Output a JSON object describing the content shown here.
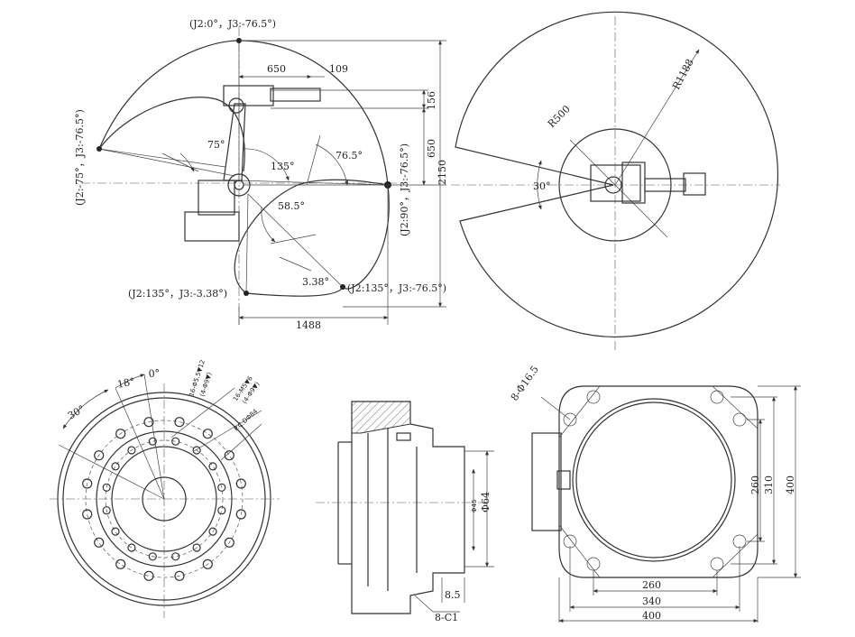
{
  "workspace_side": {
    "pose_top": "(J2:0°，J3:-76.5°)",
    "pose_left": "(J2:-75°，J3:-76.5°)",
    "pose_right": "(J2:90°，J3:-76.5°)",
    "pose_bottom_left": "(J2:135°，J3:-3.38°)",
    "pose_bottom_right": "(J2:135°，J3:-76.5°)",
    "dim_650_h": "650",
    "dim_109": "109",
    "dim_156": "156",
    "dim_650_v": "650",
    "dim_2150": "2150",
    "dim_1488": "1488",
    "angle_75": "75°",
    "angle_135": "135°",
    "angle_76_5": "76.5°",
    "angle_58_5": "58.5°",
    "angle_3_38": "3.38°"
  },
  "workspace_top": {
    "r1188": "R1188",
    "r500": "R500",
    "angle_30": "30°"
  },
  "flange_front": {
    "a30": "30°",
    "a18": "18°",
    "a0": "0°",
    "hole1": "16-Φ5.5▼12",
    "hole1_sub": "(4-Φ9▼)",
    "hole2": "16-M5▼6",
    "hole2_sub": "(4-Φ9▼)",
    "pcd": "P.C.DΦ84"
  },
  "flange_section": {
    "d1": "Φ45",
    "d2": "Φ64",
    "dim_8_5": "8.5",
    "chamfer": "8-C1"
  },
  "base": {
    "holes": "8-Φ16.5",
    "h260": "260",
    "h340": "340",
    "h400": "400",
    "v260": "260",
    "v310": "310",
    "v400": "400"
  }
}
